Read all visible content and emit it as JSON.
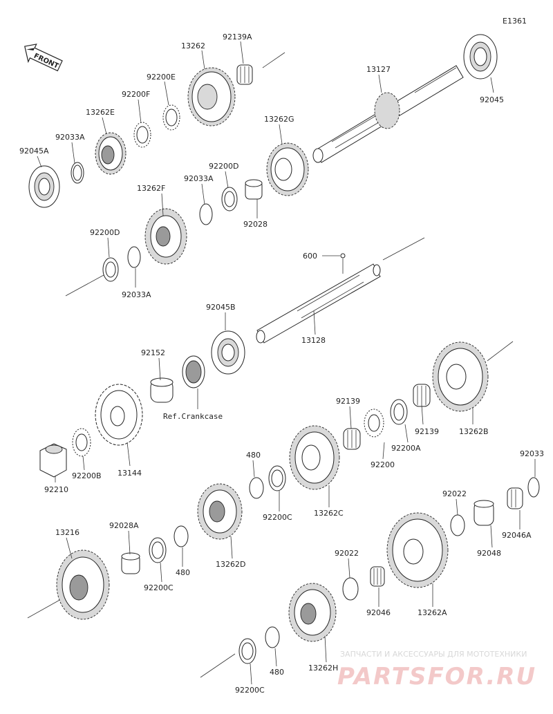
{
  "diagram_code": "E1361",
  "front_label": "FRONT",
  "parts": {
    "p13262": "13262",
    "p92139A": "92139A",
    "p92200E": "92200E",
    "p92200F": "92200F",
    "p13262E": "13262E",
    "p92033A_1": "92033A",
    "p92045A": "92045A",
    "p13127": "13127",
    "p92045": "92045",
    "p13262G": "13262G",
    "p92200D_1": "92200D",
    "p92033A_2": "92033A",
    "p92028": "92028",
    "p13262F": "13262F",
    "p92200D_2": "92200D",
    "p92033A_3": "92033A",
    "p600": "600",
    "p13128": "13128",
    "p92045B": "92045B",
    "p92152": "92152",
    "ref_crankcase": "Ref.Crankcase",
    "p13144": "13144",
    "p92200B": "92200B",
    "p92210": "92210",
    "p92139_1": "92139",
    "p92139_2": "92139",
    "p92200": "92200",
    "p92200A": "92200A",
    "p13262B": "13262B",
    "p13262C": "13262C",
    "p480_1": "480",
    "p92200C_1": "92200C",
    "p92033": "92033",
    "p92022_1": "92022",
    "p92048": "92048",
    "p92046A": "92046A",
    "p13262D": "13262D",
    "p13216": "13216",
    "p92028A": "92028A",
    "p92200C_2": "92200C",
    "p480_2": "480",
    "p92022_2": "92022",
    "p92046": "92046",
    "p13262A": "13262A",
    "p13262H": "13262H",
    "p480_3": "480",
    "p92200C_3": "92200C"
  },
  "watermark": {
    "caption": "ЗАПЧАСТИ И АКСЕССУАРЫ ДЛЯ МОТОТЕХНИКИ",
    "brand": "PARTSFOR.RU"
  }
}
